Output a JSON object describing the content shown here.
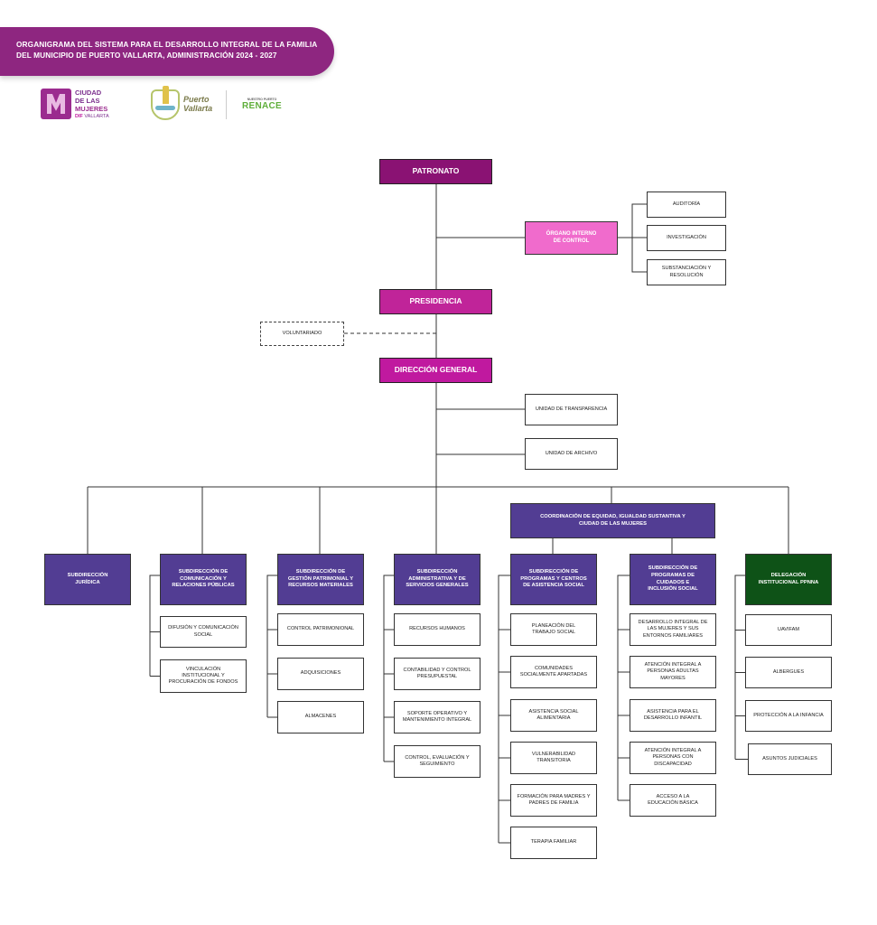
{
  "header": {
    "title": "ORGANIGRAMA DEL SISTEMA PARA EL DESARROLLO INTEGRAL DE LA FAMILIA DEL MUNICIPIO DE PUERTO VALLARTA, ADMINISTRACIÓN 2024 - 2027",
    "band_color": "#8e2680"
  },
  "logos": {
    "ciudad": {
      "line1": "CIUDAD",
      "line2": "DE LAS",
      "line3": "MUJERES",
      "line4a": "DIF",
      "line4b": "VALLARTA"
    },
    "puerto": {
      "line1": "Puerto",
      "line2": "Vallarta"
    },
    "renace": {
      "small": "NUESTRO PUERTO",
      "big": "RENACE"
    }
  },
  "colors": {
    "patronato": "#8a1273",
    "presidencia": "#c02499",
    "direccion": "#c0199f",
    "organo": "#f06bcc",
    "subdireccion": "#523d93",
    "delegacion": "#0e5217"
  },
  "nodes": {
    "patronato": "PATRONATO",
    "organo": "ÓRGANO INTERNO\nDE CONTROL",
    "auditoria": "AUDITORÍA",
    "investigacion": "INVESTIGACIÓN",
    "substanciacion": "SUBSTANCIACIÓN Y\nRESOLUCIÓN",
    "presidencia": "PRESIDENCIA",
    "voluntariado": "VOLUNTARIADO",
    "direccion": "DIRECCIÓN GENERAL",
    "transparencia": "UNIDAD DE TRANSPARENCIA",
    "archivo": "UNIDAD DE ARCHIVO",
    "coordinacion": "COORDINACIÓN DE EQUIDAD, IGUALDAD SUSTANTIVA Y\nCIUDAD DE LAS MUJERES"
  },
  "columns": [
    {
      "title": "SUBDIRECCIÓN\nJURÍDICA",
      "children": []
    },
    {
      "title": "SUBDIRECCIÓN DE\nCOMUNICACIÓN Y\nRELACIONES PÚBLICAS",
      "children": [
        "DIFUSIÓN Y COMUNICACIÓN\nSOCIAL",
        "VINCULACIÓN\nINSTITUCIONAL Y\nPROCURACIÓN DE FONDOS"
      ]
    },
    {
      "title": "SUBDIRECCIÓN DE\nGESTIÓN PATRIMONIAL Y\nRECURSOS MATERIALES",
      "children": [
        "CONTROL PATRIMONIONAL",
        "ADQUISICIONES",
        "ALMACENES"
      ]
    },
    {
      "title": "SUBDIRECCIÓN\nADMINISTRATIVA Y DE\nSERVICIOS GENERALES",
      "children": [
        "RECURSOS HUMANOS",
        "CONTABILIDAD Y CONTROL\nPRESUPUESTAL",
        "SOPORTE OPERATIVO Y\nMANTENIMIENTO INTEGRAL",
        "CONTROL, EVALUACIÓN Y\nSEGUIMIENTO"
      ]
    },
    {
      "title": "SUBDIRECCIÓN DE\nPROGRAMAS Y CENTROS\nDE ASISTENCIA SOCIAL",
      "children": [
        "PLANEACIÓN DEL\nTRABAJO SOCIAL",
        "COMUNIDADES\nSOCIALMENTE APARTADAS",
        "ASISTENCIA SOCIAL\nALIMENTARIA",
        "VULNERABILIDAD\nTRANSITORIA",
        "FORMACIÓN PARA MADRES Y\nPADRES DE FAMILIA",
        "TERAPIA FAMILIAR"
      ]
    },
    {
      "title": "SUBDIRECCIÓN DE\nPROGRAMAS DE\nCUIDADOS E\nINCLUSIÓN SOCIAL",
      "children": [
        "DESARROLLO INTEGRAL DE\nLAS MUJERES Y SUS\nENTORNOS FAMILIARES",
        "ATENCIÓN INTEGRAL A\nPERSONAS ADULTAS\nMAYORES",
        "ASISTENCIA PARA EL\nDESARROLLO INFANTIL",
        "ATENCIÓN INTEGRAL A\nPERSONAS CON\nDISCAPACIDAD",
        "ACCESO A LA\nEDUCACIÓN BÁSICA"
      ]
    },
    {
      "title": "DELEGACIÓN\nINSTITUCIONAL PPNNA",
      "children": [
        "UAVIFAM",
        "ALBERGUES",
        "PROTECCIÓN A LA INFANCIA",
        "ASUNTOS JUDICIALES"
      ]
    }
  ]
}
